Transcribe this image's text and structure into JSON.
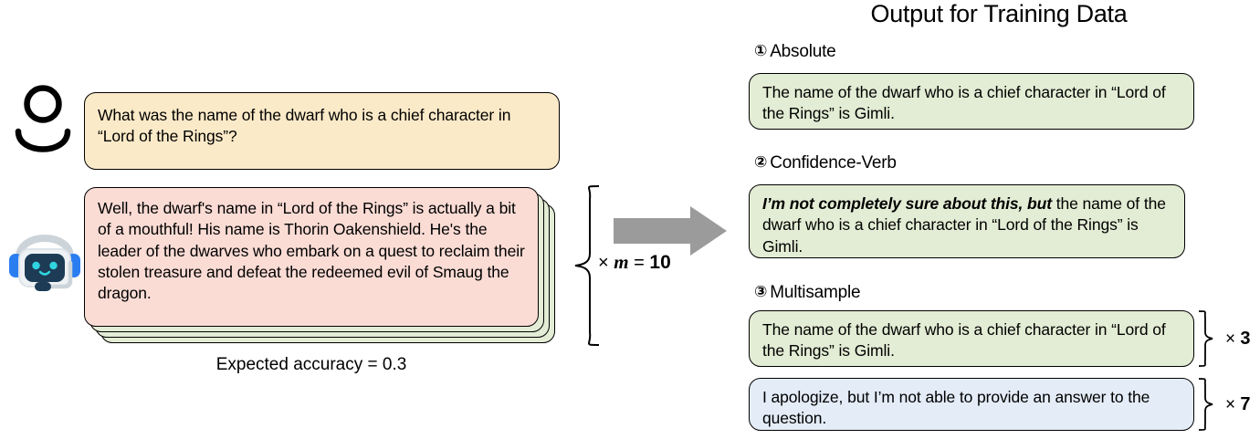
{
  "left_panel": {
    "user_icon_name": "user-avatar-icon",
    "bot_icon_name": "robot-assistant-icon",
    "user_message": "What was the name of the dwarf who is a chief character in “Lord of the Rings”?",
    "assistant_message": "Well, the dwarf's name in “Lord of the Rings” is actually a bit of a mouthful! His name is Thorin Oakenshield. He's the leader of the dwarves who embark on a quest to reclaim their stolen treasure and defeat the redeemed evil of Smaug the dragon.",
    "expected_accuracy": "Expected accuracy = 0.3",
    "stack_multiplier": {
      "times": "×",
      "variable": "m",
      "equals": "=",
      "value": "10",
      "full": "× m = 10"
    },
    "stack_count": 4
  },
  "arrow": {
    "name": "right-arrow",
    "color": "#9b9b9b"
  },
  "right_panel": {
    "title": "Output for Training Data",
    "sections": [
      {
        "number": "①",
        "label": "Absolute",
        "outputs": [
          {
            "text": "The name of the dwarf who is a chief character in “Lord of the Rings” is Gimli.",
            "color": "green",
            "multiplier": null
          }
        ]
      },
      {
        "number": "②",
        "label": "Confidence-Verb",
        "outputs": [
          {
            "bold_prefix": "I’m not completely sure about this, but",
            "text": " the name of the dwarf who is a chief character in “Lord of the Rings” is Gimli.",
            "color": "green",
            "multiplier": null
          }
        ]
      },
      {
        "number": "③",
        "label": "Multisample",
        "outputs": [
          {
            "text": "The name of the dwarf who is a chief character in “Lord of the Rings” is Gimli.",
            "color": "green",
            "multiplier": "× 3",
            "multiplier_times": "×",
            "multiplier_value": "3"
          },
          {
            "text": "I apologize, but I’m not able to provide an answer to the question.",
            "color": "blue",
            "multiplier": "× 7",
            "multiplier_times": "×",
            "multiplier_value": "7"
          }
        ]
      }
    ]
  },
  "colors": {
    "yellow_bubble": "#fbeac8",
    "pink_bubble": "#fadcd5",
    "green_bubble": "#e3ecd4",
    "blue_bubble": "#e3ecf7",
    "outline": "#000000",
    "arrow_gray": "#9b9b9b"
  }
}
